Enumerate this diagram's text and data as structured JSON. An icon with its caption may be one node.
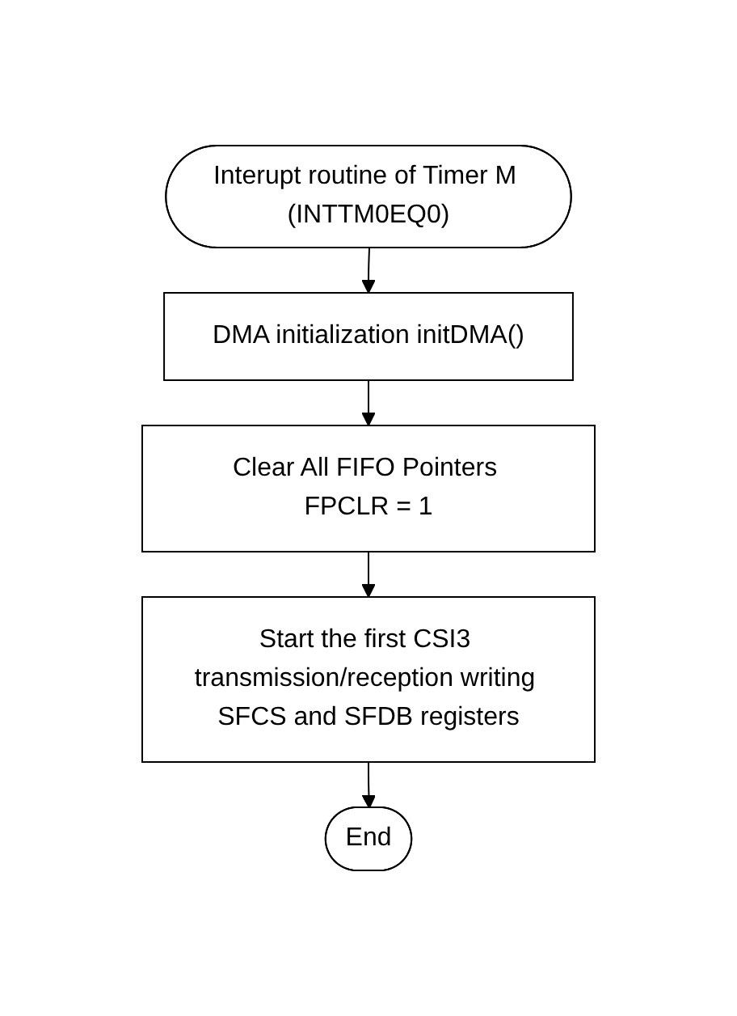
{
  "diagram": {
    "nodes": [
      {
        "text": [
          "Interupt routine of Timer M (INTTM0EQ0)"
        ]
      },
      {
        "text": [
          "DMA initialization initDMA()"
        ]
      },
      {
        "text": [
          "Clear All FIFO Pointers FPCLR = 1"
        ]
      },
      {
        "text": [
          "Start the first CSI3 transmission/reception writing SFCS and SFDB registers"
        ]
      },
      {
        "text": [
          "End"
        ]
      }
    ],
    "edges": [
      {
        "from": 0,
        "to": 1,
        "arrow": "to"
      },
      {
        "from": 1,
        "to": 2,
        "arrow": "to"
      },
      {
        "from": 2,
        "to": 3,
        "arrow": "to"
      },
      {
        "from": 3,
        "to": 4,
        "arrow": "to"
      }
    ]
  }
}
